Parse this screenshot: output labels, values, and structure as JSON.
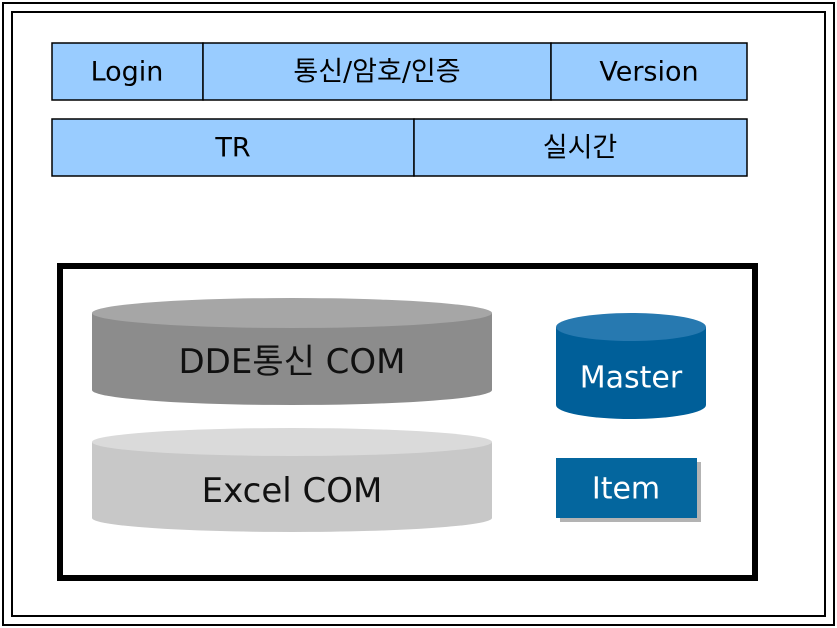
{
  "top_row": {
    "login": "Login",
    "comm": "통신/암호/인증",
    "version": "Version"
  },
  "second_row": {
    "tr": "TR",
    "realtime": "실시간"
  },
  "components": {
    "dde": "DDE통신 COM",
    "excel": "Excel COM",
    "master": "Master",
    "item": "Item"
  },
  "colors": {
    "bar_fill": "#99ccff",
    "dde_body": "#8c8c8c",
    "dde_top": "#a6a6a6",
    "excel_body": "#c8c8c8",
    "excel_top": "#dadada",
    "master_body": "#005f99",
    "master_top": "#2779b0",
    "item_fill": "#04669e",
    "border": "#000000"
  }
}
